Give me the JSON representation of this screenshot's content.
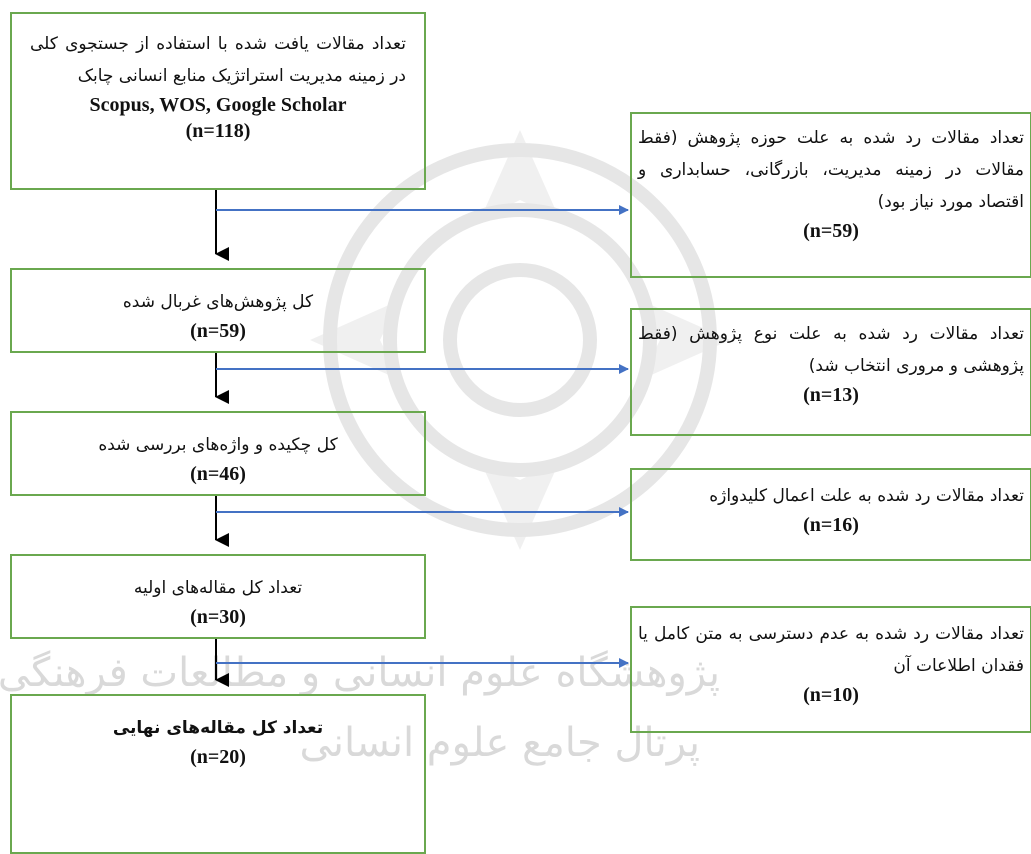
{
  "watermark": {
    "text_line1": "پژوهشگاه علوم انسانی و مطالعات فرهنگی",
    "text_line2": "پرتال جامع علوم انسانی"
  },
  "colors": {
    "box_border": "#6aa84f",
    "arrow_blue": "#4472c4",
    "arrow_black": "#000000",
    "watermark": "#d9d9d9"
  },
  "left_boxes": [
    {
      "text": "تعداد مقالات یافت شده با استفاده از جستجوی کلی در زمینه مدیریت استراتژیک منابع انسانی چابک",
      "sources": "Scopus, WOS, Google Scholar",
      "count": "(n=118)"
    },
    {
      "text": "کل پژوهش‌های غربال شده",
      "count": "(n=59)"
    },
    {
      "text": "کل چکیده و واژه‌های بررسی شده",
      "count": "(n=46)"
    },
    {
      "text": "تعداد کل مقاله‌های اولیه",
      "count": "(n=30)"
    },
    {
      "text": "تعداد کل مقاله‌های نهایی",
      "count": "(n=20)"
    }
  ],
  "right_boxes": [
    {
      "text": "تعداد مقالات رد شده به علت حوزه پژوهش (فقط مقالات در زمینه مدیریت، بازرگانی، حسابداری و اقتصاد مورد نیاز بود)",
      "count": "(n=59)"
    },
    {
      "text": "تعداد مقالات رد شده به علت نوع پژوهش (فقط پژوهشی و مروری انتخاب شد)",
      "count": "(n=13)"
    },
    {
      "text": "تعداد مقالات رد شده به علت اعمال کلیدواژه",
      "count": "(n=16)"
    },
    {
      "text": "تعداد مقالات رد شده به عدم دسترسی به متن کامل یا فقدان اطلاعات آن",
      "count": "(n=10)"
    }
  ]
}
